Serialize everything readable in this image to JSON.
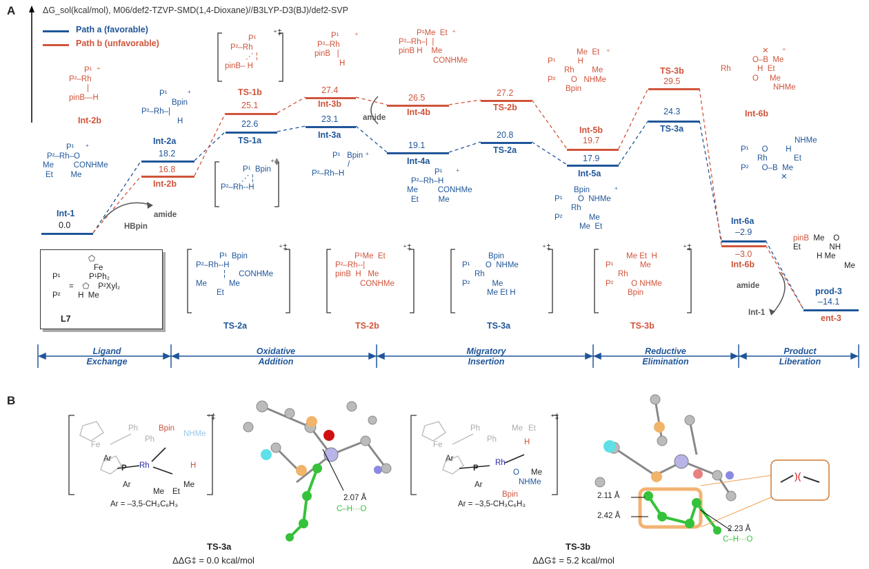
{
  "colors": {
    "path_a": "#1f5599",
    "path_b": "#d0533a",
    "axis": "#000000",
    "green": "#35c23a",
    "orange": "#f0a050"
  },
  "panel_a": {
    "letter": "A",
    "header": "ΔG_sol(kcal/mol), M06/def2-TZVP-SMD(1,4-Dioxane)//B3LYP-D3(BJ)/def2-SVP",
    "legend": {
      "path_a": "Path a (favorable)",
      "path_b": "Path b (unfavorable)"
    },
    "amide_note": "amide",
    "hbpin_note": "HBpin",
    "amide_out_note": "amide",
    "int1_return": "Int-1",
    "levels": {
      "int1": {
        "label": "Int-1",
        "value": "0.0"
      },
      "int2a": {
        "label": "Int-2a",
        "value": "18.2"
      },
      "int2b": {
        "label": "Int-2b",
        "value": "16.8"
      },
      "ts1a": {
        "label": "TS-1a",
        "value": "22.6"
      },
      "ts1b": {
        "label": "TS-1b",
        "value": "25.1"
      },
      "int3a": {
        "label": "Int-3a",
        "value": "23.1"
      },
      "int3b": {
        "label": "Int-3b",
        "value": "27.4"
      },
      "int4a": {
        "label": "Int-4a",
        "value": "19.1"
      },
      "int4b": {
        "label": "Int-4b",
        "value": "26.5"
      },
      "ts2a": {
        "label": "TS-2a",
        "value": "20.8"
      },
      "ts2b": {
        "label": "TS-2b",
        "value": "27.2"
      },
      "int5a": {
        "label": "Int-5a",
        "value": "17.9"
      },
      "int5b": {
        "label": "Int-5b",
        "value": "19.7"
      },
      "ts3a": {
        "label": "TS-3a",
        "value": "24.3"
      },
      "ts3b": {
        "label": "TS-3b",
        "value": "29.5"
      },
      "int6a": {
        "label": "Int-6a",
        "value": "–2.9"
      },
      "int6b": {
        "label": "Int-6b",
        "value": "–3.0"
      },
      "ent3": {
        "label": "ent-3",
        "value": "–14.1"
      },
      "prod3": {
        "label": "prod-3"
      }
    },
    "structure_labels": {
      "int2b_top": "Int-2b",
      "ts1b_top": "TS-1b",
      "ts2a_bottom": "TS-2a",
      "ts2b_bottom": "TS-2b",
      "ts3a_bottom": "TS-3a",
      "ts3b_bottom": "TS-3b",
      "int6b_top": "Int-6b",
      "ligand": "L7"
    },
    "phases": [
      {
        "line1": "Ligand",
        "line2": "Exchange"
      },
      {
        "line1": "Oxidative",
        "line2": "Addition"
      },
      {
        "line1": "Migratory",
        "line2": "Insertion"
      },
      {
        "line1": "Reductive",
        "line2": "Elimination"
      },
      {
        "line1": "Product",
        "line2": "Liberation"
      }
    ],
    "atoms": {
      "p1": "P¹",
      "p2": "P²",
      "rh": "Rh",
      "bpin": "Bpin",
      "pinb": "pinB",
      "h": "H",
      "o": "O",
      "me": "Me",
      "et": "Et",
      "conhme": "CONHMe",
      "nhme": "NHMe",
      "b": "B",
      "fe": "Fe",
      "p1ph2": "P¹Ph₂",
      "p2xyl2": "P²Xyl₂",
      "eq": "=",
      "charge": "⁺",
      "dagger": "‡",
      "n": "N",
      "c": "C"
    }
  },
  "panel_b": {
    "letter": "B",
    "ts3a": {
      "label": "TS-3a",
      "ddg": "ΔΔG‡ = 0.0 kcal/mol",
      "ar_def": "Ar = –3,5-CH₃C₆H₃",
      "dist1": "2.07 Å",
      "contact": "C–H···O"
    },
    "ts3b": {
      "label": "TS-3b",
      "ddg": "ΔΔG‡ = 5.2 kcal/mol",
      "ar_def": "Ar = –3,5-CH₃C₆H₃",
      "dist1": "2.11 Å",
      "dist2": "2.42 Å",
      "dist3": "2.23 Å",
      "contact": "C–H···O"
    },
    "atoms": {
      "fe": "Fe",
      "ph": "Ph",
      "p": "P",
      "ar": "Ar",
      "rh": "Rh",
      "bpin": "Bpin",
      "nhme": "NHMe",
      "me": "Me",
      "et": "Et",
      "h": "H",
      "o": "O"
    }
  }
}
